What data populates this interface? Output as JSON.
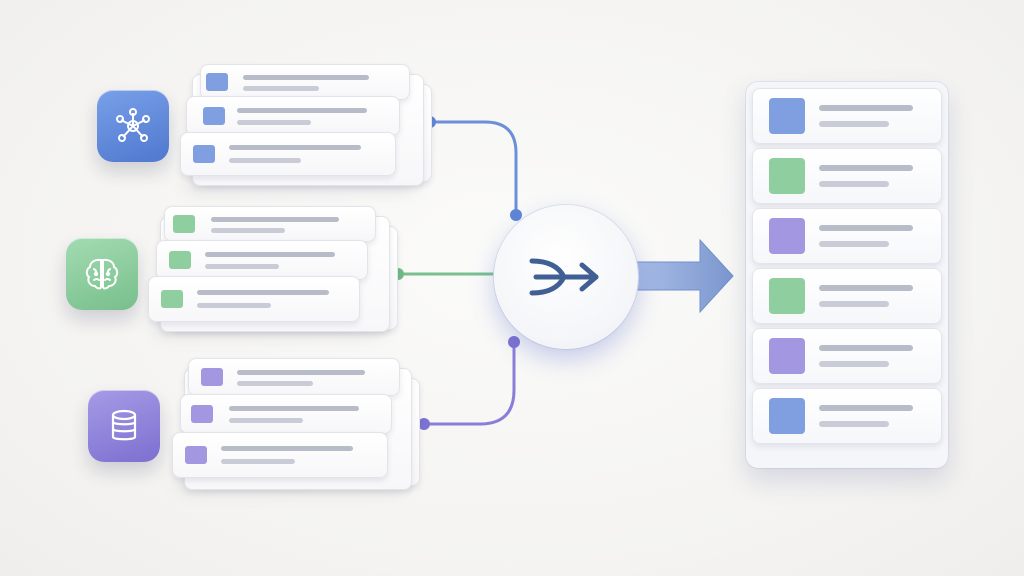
{
  "colors": {
    "blue": "#5f86d6",
    "green": "#7fc79a",
    "purple": "#8b80d8",
    "blue_square": "#7f9fe0",
    "green_square": "#8fcf9f",
    "purple_square": "#a397e2",
    "arrow": "#7b97cf",
    "merge_icon": "#3f5f95"
  },
  "sources": [
    {
      "name": "network",
      "icon": "network-icon",
      "color": "#5f86d6",
      "square": "#7f9fe0",
      "connector": "#6b8fd8"
    },
    {
      "name": "brain",
      "icon": "brain-icon",
      "color": "#8fcf9f",
      "square": "#8fcf9f",
      "connector": "#79c08e"
    },
    {
      "name": "database",
      "icon": "database-icon",
      "color": "#8b80d8",
      "square": "#a397e2",
      "connector": "#8a7fd8"
    }
  ],
  "merge": {
    "icon": "merge-arrows-icon"
  },
  "output": {
    "arrow_icon": "right-arrow-icon",
    "items": [
      {
        "color": "#7f9fe0"
      },
      {
        "color": "#8fcf9f"
      },
      {
        "color": "#a397e2"
      },
      {
        "color": "#8fcf9f"
      },
      {
        "color": "#a397e2"
      },
      {
        "color": "#7f9fe0"
      }
    ]
  }
}
